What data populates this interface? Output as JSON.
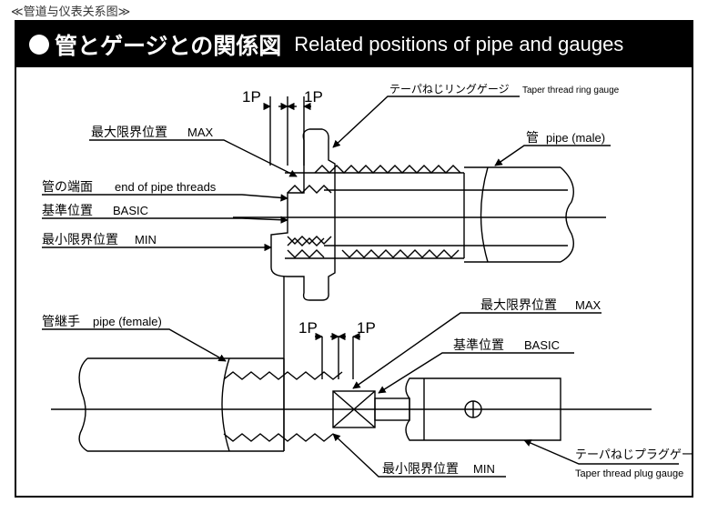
{
  "caption": "≪管道与仪表关系图≫",
  "title": {
    "jp": "管とゲージとの関係図",
    "en": "Related positions of pipe and gauges"
  },
  "labels": {
    "p1_top_a": "1P",
    "p1_top_b": "1P",
    "ring_gauge_jp": "テーパねじリングゲージ",
    "ring_gauge_en": "Taper thread ring gauge",
    "max_top_jp": "最大限界位置",
    "max_top_en": "MAX",
    "pipe_male_jp": "管",
    "pipe_male_en": "pipe (male)",
    "end_jp": "管の端面",
    "end_en": "end of pipe threads",
    "basic_top_jp": "基準位置",
    "basic_top_en": "BASIC",
    "min_top_jp": "最小限界位置",
    "min_top_en": "MIN",
    "female_jp": "管継手",
    "female_en": "pipe (female)",
    "p1_bot_a": "1P",
    "p1_bot_b": "1P",
    "max_bot_jp": "最大限界位置",
    "max_bot_en": "MAX",
    "basic_bot_jp": "基準位置",
    "basic_bot_en": "BASIC",
    "min_bot_jp": "最小限界位置",
    "min_bot_en": "MIN",
    "plug_gauge_jp": "テーパねじプラグゲージ",
    "plug_gauge_en": "Taper thread plug gauge"
  }
}
